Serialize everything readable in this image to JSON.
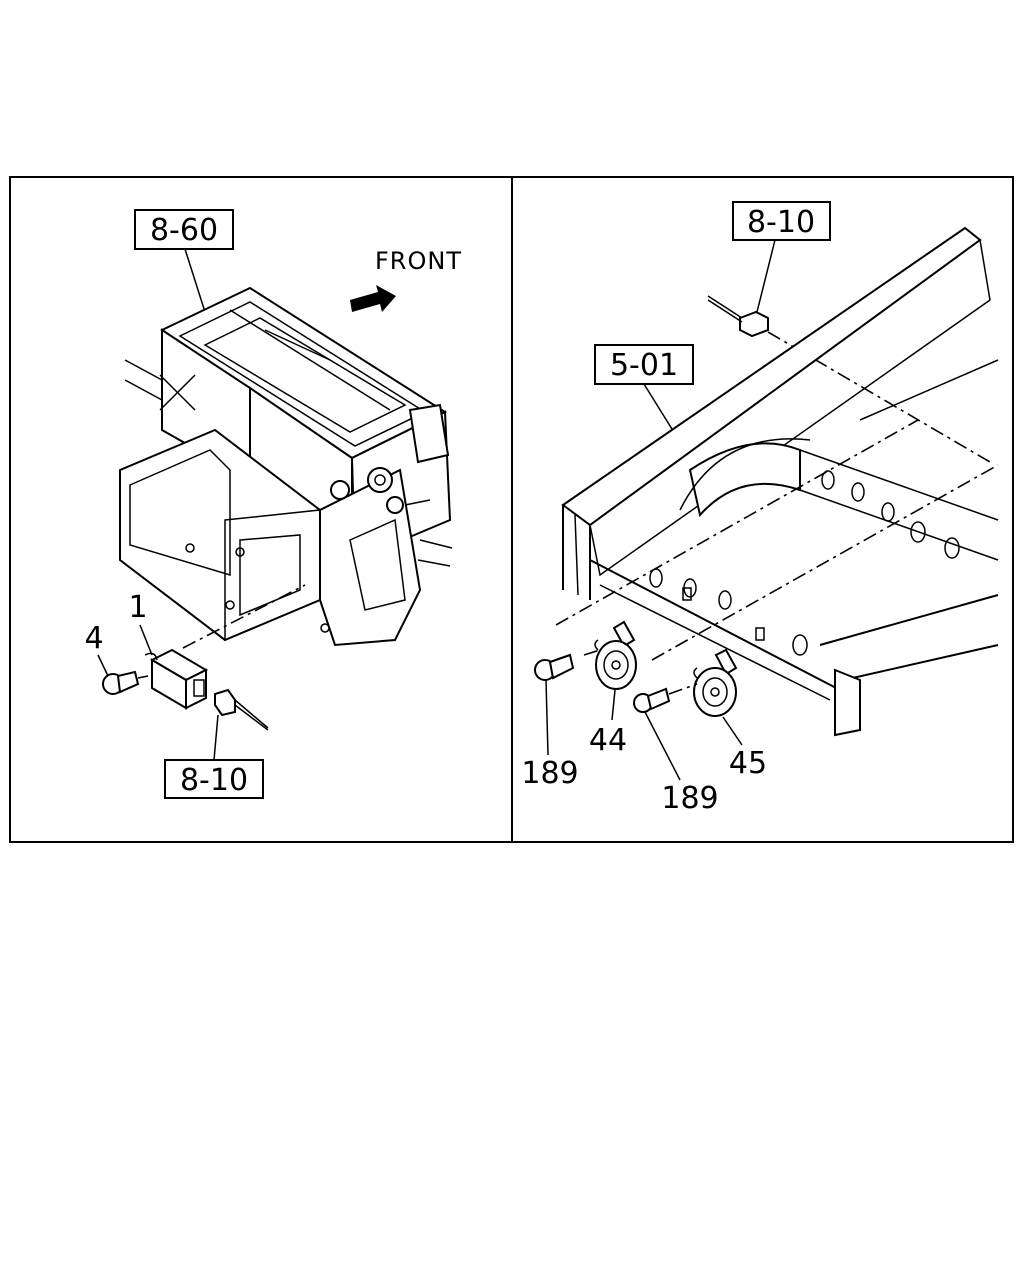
{
  "left_panel": {
    "ref_top": "8-60",
    "front_label": "FRONT",
    "callout_1": "1",
    "callout_4": "4",
    "ref_bottom": "8-10"
  },
  "right_panel": {
    "ref_top": "8-10",
    "ref_frame": "5-01",
    "callout_44": "44",
    "callout_45": "45",
    "callout_189_a": "189",
    "callout_189_b": "189"
  }
}
